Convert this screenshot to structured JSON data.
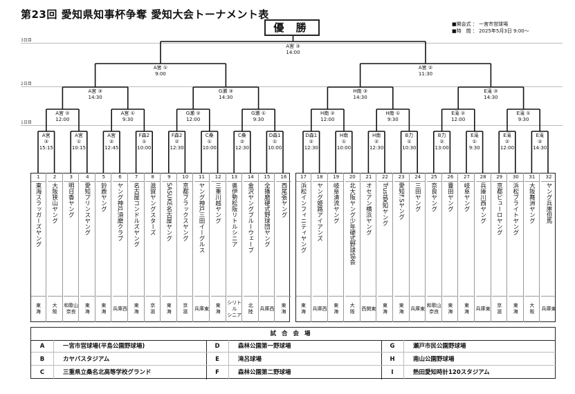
{
  "title": "第23回 愛知県知事杯争奪 愛知大会トーナメント表",
  "champion_label": "優 勝",
  "ceremony": "■開会式 ： 一宮市営球場",
  "date_info": "■時　間 ： 2025年5月3日 9:00～",
  "day_labels": [
    "3日目",
    "2日目",
    "1日目"
  ],
  "final": {
    "venue": "A宮 ③",
    "time": "14:00"
  },
  "semis": [
    {
      "venue": "A宮 ①",
      "time": "9:00"
    },
    {
      "venue": "A宮 ②",
      "time": "11:30"
    }
  ],
  "quarters": [
    {
      "venue": "A宮 ③",
      "time": "14:30"
    },
    {
      "venue": "G瀬 ③",
      "time": "14:30"
    },
    {
      "venue": "H南 ③",
      "time": "14:30"
    },
    {
      "venue": "E滝 ③",
      "time": "14:30"
    }
  ],
  "round2": [
    {
      "venue": "A宮 ②",
      "time": "12:00"
    },
    {
      "venue": "A宮 ①",
      "time": "9:30"
    },
    {
      "venue": "G瀬 ②",
      "time": "12:00"
    },
    {
      "venue": "G瀬 ①",
      "time": "9:30"
    },
    {
      "venue": "H南 ②",
      "time": "12:00"
    },
    {
      "venue": "H南 ①",
      "time": "9:30"
    },
    {
      "venue": "E滝 ②",
      "time": "12:00"
    },
    {
      "venue": "E滝 ①",
      "time": "9:30"
    }
  ],
  "round1": [
    {
      "venue": "A宮",
      "num": "③",
      "time": "15:15"
    },
    {
      "venue": "A宮",
      "num": "①",
      "time": "10:15"
    },
    {
      "venue": "A宮",
      "num": "②",
      "time": "12:45"
    },
    {
      "venue": "F森2",
      "num": "①",
      "time": "10:00"
    },
    {
      "venue": "F森2",
      "num": "②",
      "time": "12:30"
    },
    {
      "venue": "C桑",
      "num": "①",
      "time": "10:00"
    },
    {
      "venue": "C桑",
      "num": "②",
      "time": "12:30"
    },
    {
      "venue": "D森1",
      "num": "①",
      "time": "10:00"
    },
    {
      "venue": "D森1",
      "num": "②",
      "time": "12:30"
    },
    {
      "venue": "H南",
      "num": "①",
      "time": "10:00"
    },
    {
      "venue": "H南",
      "num": "②",
      "time": "12:30"
    },
    {
      "venue": "B力",
      "num": "①",
      "time": "10:30"
    },
    {
      "venue": "B力",
      "num": "②",
      "time": "13:00"
    },
    {
      "venue": "E滝",
      "num": "①",
      "time": "9:30"
    },
    {
      "venue": "E滝",
      "num": "②",
      "time": "12:00"
    },
    {
      "venue": "E滝",
      "num": "③",
      "time": "14:30"
    }
  ],
  "teams": [
    {
      "num": "1",
      "name": "東海スラッガーズヤング",
      "pref": "東\n海"
    },
    {
      "num": "2",
      "name": "大阪狭山ヤング",
      "pref": "大\n阪"
    },
    {
      "num": "3",
      "name": "明日香ヤング",
      "pref": "和歌山\n奈良"
    },
    {
      "num": "4",
      "name": "愛知プリンスヤング",
      "pref": "東\n海"
    },
    {
      "num": "5",
      "name": "鈴鹿ヤング",
      "pref": "東\n海"
    },
    {
      "num": "6",
      "name": "ヤング神戸須磨クラブ",
      "pref": "兵庫西"
    },
    {
      "num": "7",
      "name": "名古屋コンドルズヤング",
      "pref": "東\n海"
    },
    {
      "num": "8",
      "name": "滋賀ヤングスターズ",
      "pref": "京\n滋"
    },
    {
      "num": "9",
      "name": "SASUKE名古屋ヤング",
      "pref": "東\n海"
    },
    {
      "num": "10",
      "name": "京都ブラックスヤング",
      "pref": "京\n滋"
    },
    {
      "num": "11",
      "name": "ヤング神戸三田イーグルス",
      "pref": "兵庫東"
    },
    {
      "num": "12",
      "name": "三重川越ヤング",
      "pref": "東\n海"
    },
    {
      "num": "13",
      "name": "奥伊勢松阪リトルシニア",
      "pref": "シリトル\nシニア"
    },
    {
      "num": "14",
      "name": "金沢ヤングブルーウェーブ",
      "pref": "北\n陸"
    },
    {
      "num": "15",
      "name": "全播磨硬式野球団ヤング",
      "pref": "兵庫西"
    },
    {
      "num": "16",
      "name": "西尾張ヤング",
      "pref": "東\n海"
    },
    {
      "num": "17",
      "name": "浜松インフィニティヤング",
      "pref": "東\n海"
    },
    {
      "num": "18",
      "name": "ヤング姫路アイアンズ",
      "pref": "兵庫西"
    },
    {
      "num": "19",
      "name": "岐阜清流ヤング",
      "pref": "東\n海"
    },
    {
      "num": "20",
      "name": "北大阪ヤング少年硬式野球協会",
      "pref": "大\n阪"
    },
    {
      "num": "21",
      "name": "オセアン横浜ヤング",
      "pref": "西関東"
    },
    {
      "num": "22",
      "name": "Trust愛知ヤング",
      "pref": "東\n海"
    },
    {
      "num": "23",
      "name": "愛知F.Sヤング",
      "pref": "東\n海"
    },
    {
      "num": "24",
      "name": "三田ヤング",
      "pref": "兵庫東"
    },
    {
      "num": "25",
      "name": "奈良ヤング",
      "pref": "和歌山\n奈良"
    },
    {
      "num": "26",
      "name": "豊田ヤング",
      "pref": "東\n海"
    },
    {
      "num": "27",
      "name": "岐阜ヤング",
      "pref": "東\n海"
    },
    {
      "num": "28",
      "name": "兵庫川西ヤング",
      "pref": "兵庫東"
    },
    {
      "num": "29",
      "name": "京都ビューロヤング",
      "pref": "京\n滋"
    },
    {
      "num": "30",
      "name": "浜松ブライトヤング",
      "pref": "東\n海"
    },
    {
      "num": "31",
      "name": "大阪舞洲ヤング",
      "pref": "大\n阪"
    },
    {
      "num": "32",
      "name": "ヤング兵庫但馬",
      "pref": "兵庫東"
    }
  ],
  "venues_header": "試合会場",
  "venues": [
    {
      "code": "A",
      "name": "一宮市営球場(平島公園野球場)"
    },
    {
      "code": "B",
      "name": "カヤバスタジアム"
    },
    {
      "code": "C",
      "name": "三重県立桑名北高等学校グランド"
    },
    {
      "code": "D",
      "name": "森林公園第一野球場"
    },
    {
      "code": "E",
      "name": "滝呂球場"
    },
    {
      "code": "F",
      "name": "森林公園第二野球場"
    },
    {
      "code": "G",
      "name": "瀬戸市民公園野球場"
    },
    {
      "code": "H",
      "name": "南山公園野球場"
    },
    {
      "code": "I",
      "name": "熱田愛知時計120スタジアム"
    }
  ]
}
